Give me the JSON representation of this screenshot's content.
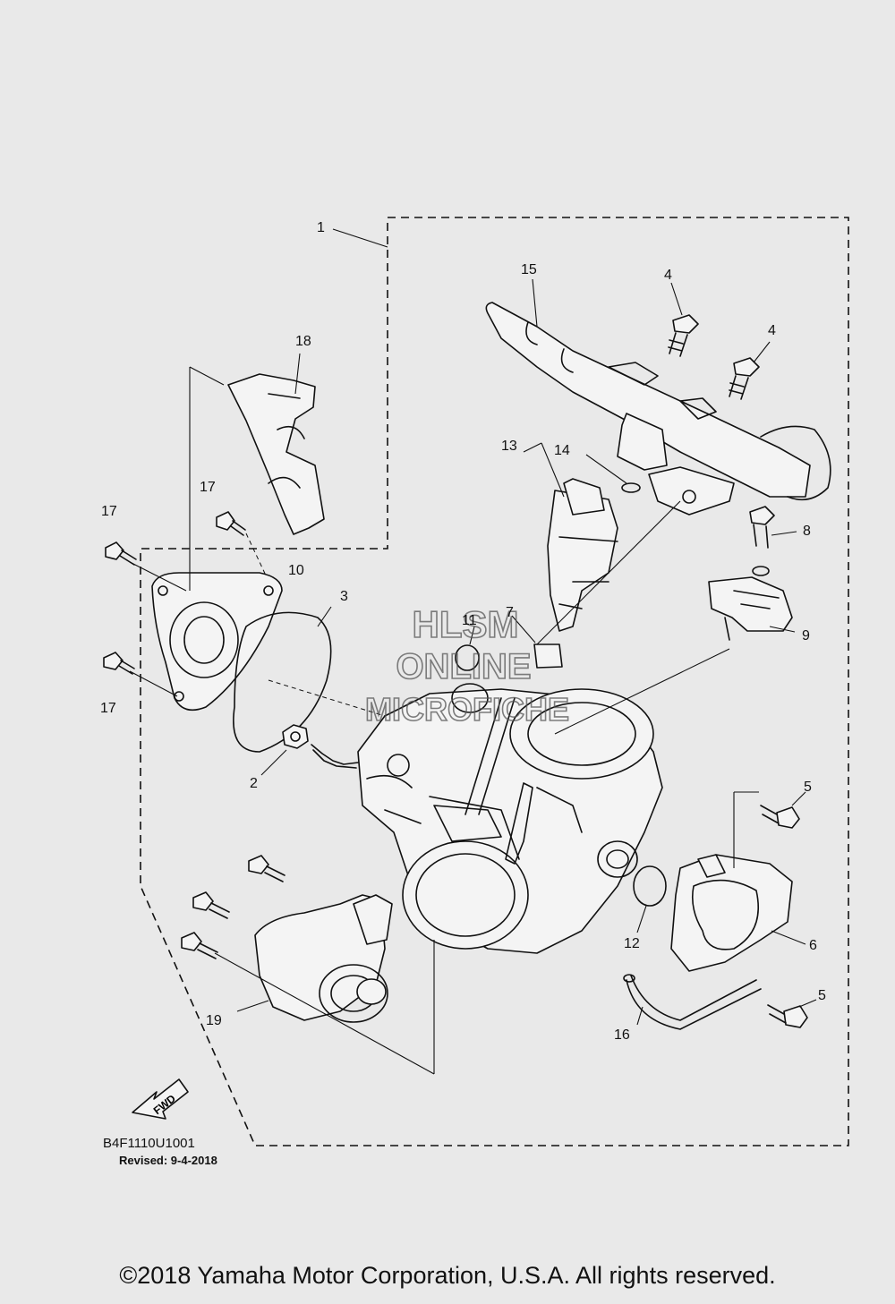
{
  "diagram": {
    "code": "B4F1110U1001",
    "revised": "Revised: 9-4-2018",
    "fwd_label": "FWD",
    "watermark": [
      "HLSM",
      "ONLINE",
      "MICROFICHE"
    ],
    "callouts": [
      "1",
      "2",
      "3",
      "4",
      "4",
      "5",
      "5",
      "6",
      "7",
      "8",
      "9",
      "10",
      "11",
      "12",
      "13",
      "14",
      "15",
      "16",
      "17",
      "17",
      "17",
      "18",
      "19"
    ]
  },
  "footer": {
    "copyright": "©2018 Yamaha Motor Corporation, U.S.A. All rights reserved."
  }
}
